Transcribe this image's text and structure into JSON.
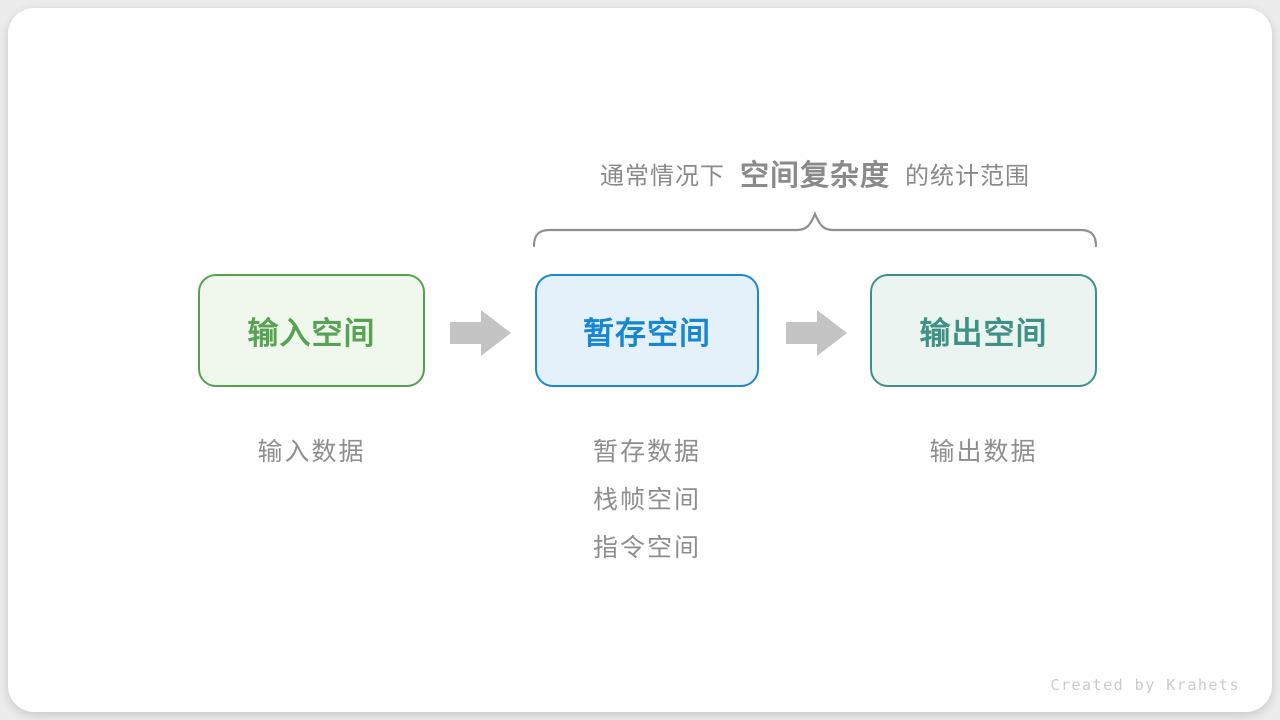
{
  "title": {
    "prefix": "通常情况下",
    "highlight": "空间复杂度",
    "suffix": "的统计范围"
  },
  "boxes": [
    {
      "id": "input-space",
      "label": "输入空间",
      "border_color": "#5B9E53",
      "fill_color": "#F0F7EC",
      "text_color": "#57A353"
    },
    {
      "id": "buffer-space",
      "label": "暂存空间",
      "border_color": "#1D87D0",
      "fill_color": "#E4F1FB",
      "text_color": "#1787D1"
    },
    {
      "id": "output-space",
      "label": "输出空间",
      "border_color": "#3F9184",
      "fill_color": "#EBF4F0",
      "text_color": "#3E9184"
    }
  ],
  "notes": {
    "input": [
      "输入数据"
    ],
    "buffer": [
      "暂存数据",
      "栈帧空间",
      "指令空间"
    ],
    "output": [
      "输出数据"
    ]
  },
  "watermark": "Created by Krahets",
  "colors": {
    "canvas_bg": "#ECECEC",
    "card_bg": "#FFFFFF",
    "title_text": "#8A8A8A",
    "brace": "#8F8F8F",
    "arrow": "#C4C4C4",
    "note_text": "#8E8E8E",
    "watermark_text": "#CBCBCB"
  }
}
